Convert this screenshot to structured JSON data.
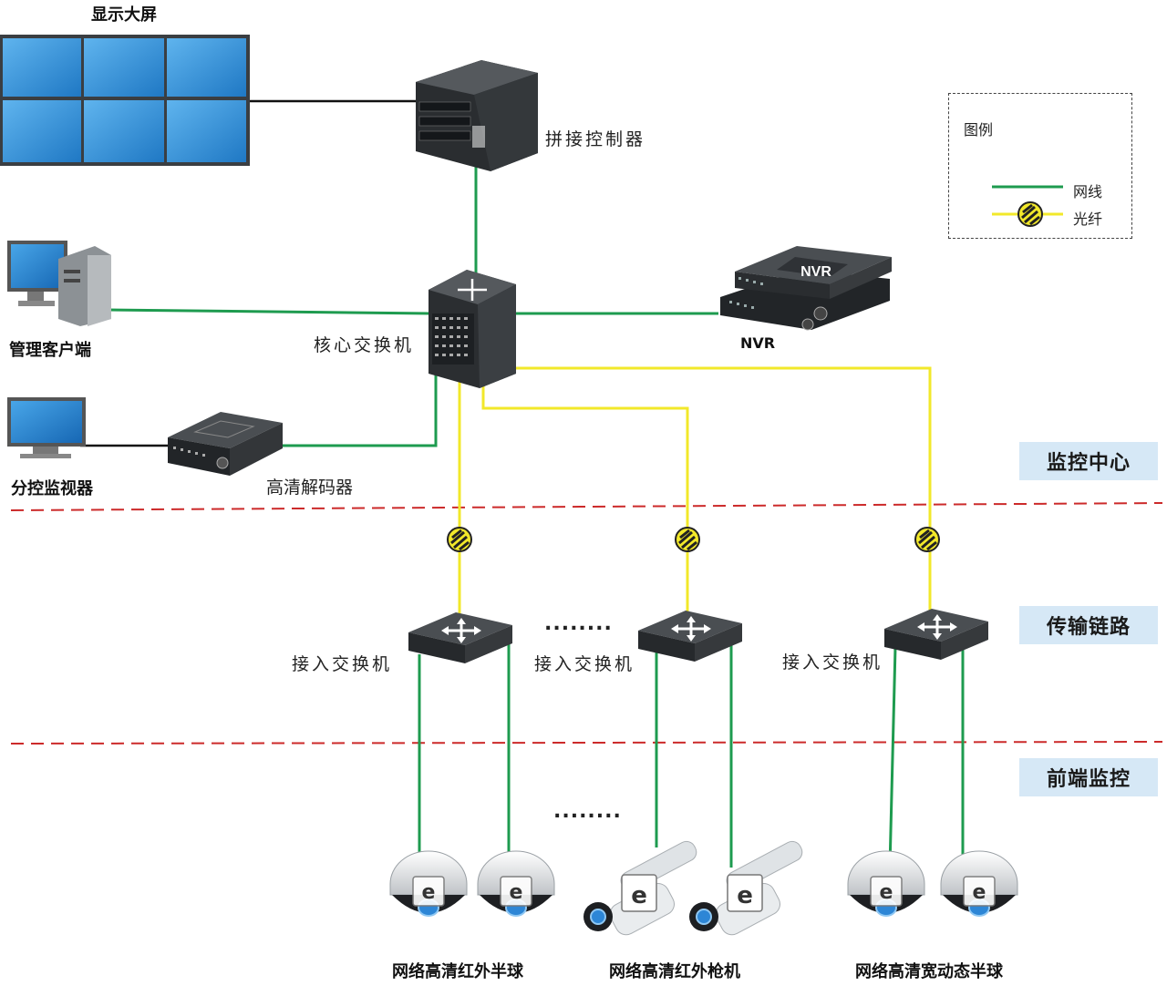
{
  "labels": {
    "display_screen": "显示大屏",
    "splice_controller": "拼接控制器",
    "management_client": "管理客户端",
    "core_switch": "核心交换机",
    "nvr_label": "NVR",
    "nvr_device_text": "NVR",
    "branch_monitor": "分控监视器",
    "hd_decoder": "高清解码器",
    "access_switch": [
      "接入交换机",
      "接入交换机",
      "接入交换机"
    ],
    "camera_groups": [
      "网络高清红外半球",
      "网络高清红外枪机",
      "网络高清宽动态半球"
    ],
    "ellipsis": [
      "........",
      "........"
    ]
  },
  "zones": [
    "监控中心",
    "传输链路",
    "前端监控"
  ],
  "legend": {
    "title": "图例",
    "items": [
      {
        "label": "网线",
        "type": "network-cable",
        "color": "#1e9b4f"
      },
      {
        "label": "光纤",
        "type": "optical-fiber",
        "color": "#f2e82a"
      }
    ]
  },
  "colors": {
    "network_cable": "#1e9b4f",
    "optical_fiber": "#f2e82a",
    "divider": "#cc2a2a",
    "zone_background": "#d6e8f6",
    "screen_panel": "#2f8fd4"
  }
}
